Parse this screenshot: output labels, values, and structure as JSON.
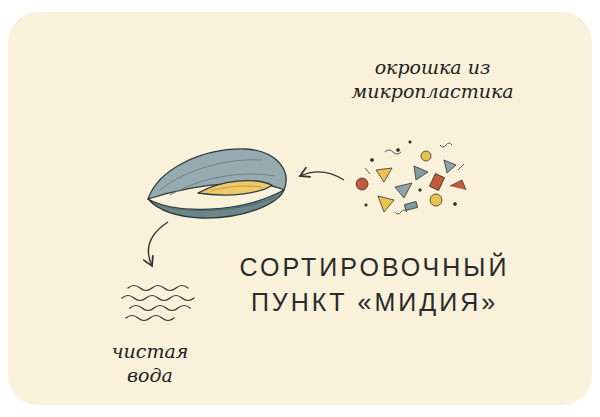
{
  "diagram": {
    "title": "СОРТИРОВОЧНЫЙ ПУНКТ «МИДИЯ»",
    "labels": [
      "окрошка из микропластика",
      "чистая вода"
    ]
  }
}
